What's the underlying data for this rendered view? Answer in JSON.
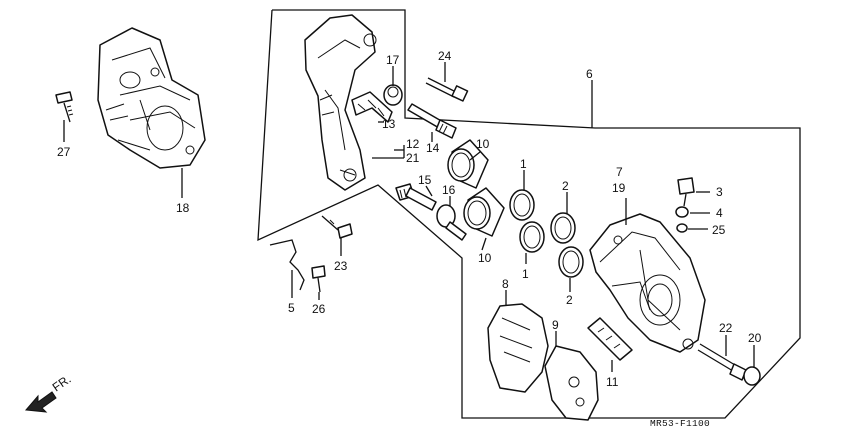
{
  "diagram": {
    "drawing_code": "MR53-F1100",
    "direction_label": "FR.",
    "callouts": [
      "1",
      "1",
      "2",
      "2",
      "3",
      "4",
      "6",
      "7",
      "8",
      "9",
      "10",
      "10",
      "11",
      "12",
      "13",
      "14",
      "15",
      "16",
      "17",
      "18",
      "19",
      "20",
      "21",
      "22",
      "23",
      "24",
      "25",
      "26",
      "27"
    ],
    "labels": {
      "c27": "27",
      "c18": "18",
      "c17": "17",
      "c24": "24",
      "c6": "6",
      "c12": "12",
      "c21": "21",
      "c13": "13",
      "c14": "14",
      "c10a": "10",
      "c15": "15",
      "c16": "16",
      "c1a": "1",
      "c2a": "2",
      "c7": "7",
      "c19": "19",
      "c3": "3",
      "c4": "4",
      "c25": "25",
      "c10b": "10",
      "c1b": "1",
      "c2b": "2",
      "c23": "23",
      "c5": "5",
      "c26": "26",
      "c8": "8",
      "c9": "9",
      "c11": "11",
      "c22": "22",
      "c20": "20"
    }
  }
}
